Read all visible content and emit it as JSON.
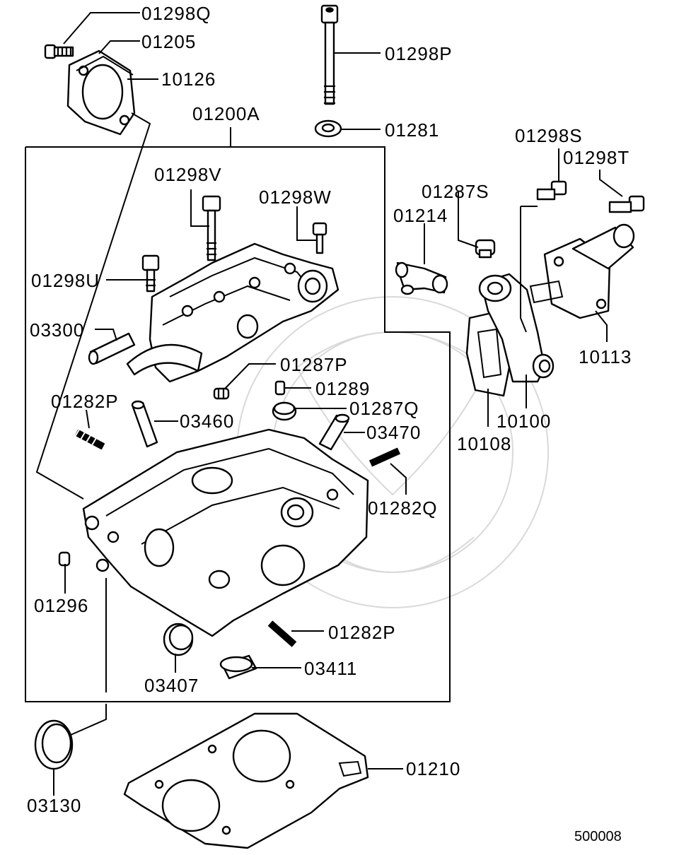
{
  "parts": {
    "p01298Q": "01298Q",
    "p01205": "01205",
    "p10126": "10126",
    "p01298P": "01298P",
    "p01200A": "01200A",
    "p01281": "01281",
    "p01298S": "01298S",
    "p01298T": "01298T",
    "p01298V": "01298V",
    "p01287S": "01287S",
    "p01298W": "01298W",
    "p01214": "01214",
    "p01298U": "01298U",
    "p03300": "03300",
    "p10113": "10113",
    "p01287P": "01287P",
    "p01289": "01289",
    "p01282P_top": "01282P",
    "p01287Q": "01287Q",
    "p10100": "10100",
    "p03460": "03460",
    "p03470": "03470",
    "p10108": "10108",
    "p01282Q": "01282Q",
    "p01296": "01296",
    "p01282P_bottom": "01282P",
    "p03411": "03411",
    "p03407": "03407",
    "p01210": "01210",
    "p03130": "03130"
  },
  "diagram_id": "500008"
}
